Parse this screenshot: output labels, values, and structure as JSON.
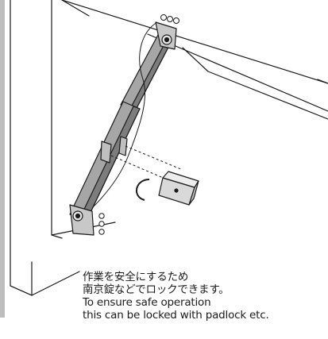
{
  "caption": {
    "line_ja_1": "作業を安全にするため",
    "line_ja_2": "南京錠などでロックできます。",
    "line_en_1": "To ensure safe operation",
    "line_en_2": "this can be locked with padlock etc."
  },
  "colors": {
    "stroke": "#1a1a1a",
    "stay_fill": "#a6a6a6",
    "stay_dark": "#7d7d7d",
    "padlock_fill": "#d9d9d9",
    "frame_bar": "#bdbdbd"
  },
  "icons": [
    "padlock-icon",
    "screw-icon"
  ]
}
